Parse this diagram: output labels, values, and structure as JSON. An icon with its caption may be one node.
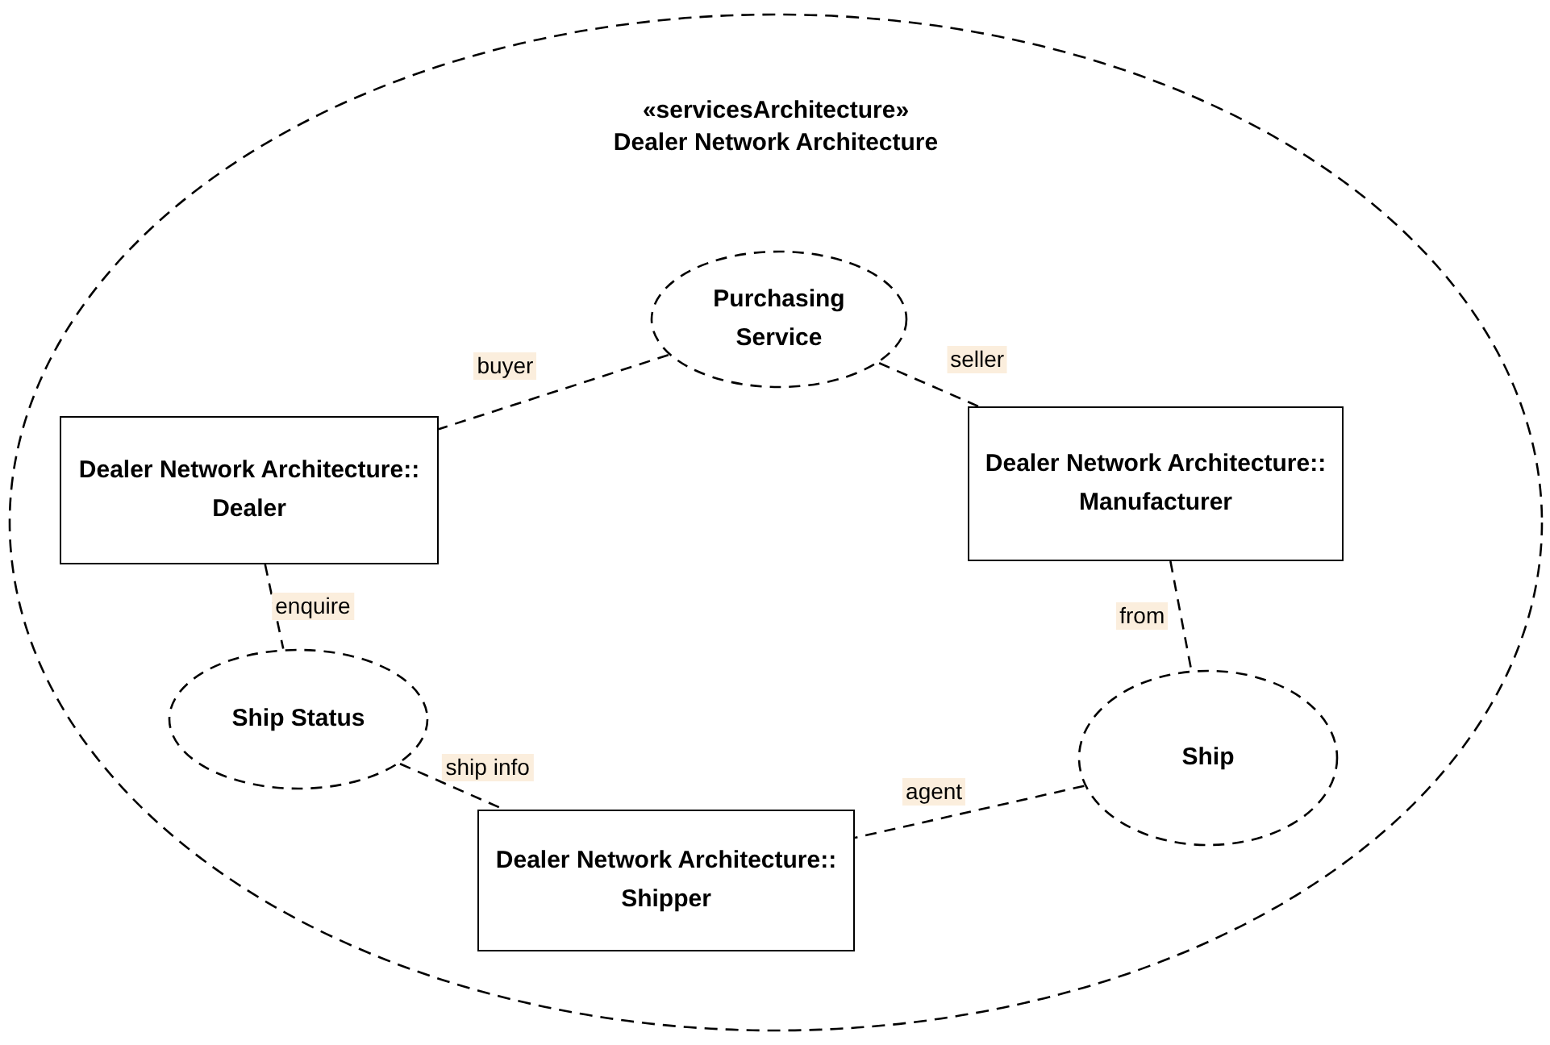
{
  "diagram": {
    "nodes": [
      {
        "text": [
          "«servicesArchitecture»",
          "Dealer Network Architecture"
        ]
      },
      {
        "text": [
          "Purchasing Service"
        ],
        "in": 0
      },
      {
        "text": [
          "Dealer Network Architecture:: Dealer"
        ],
        "in": 0
      },
      {
        "text": [
          "Dealer Network Architecture:: Manufacturer"
        ],
        "in": 0
      },
      {
        "text": [
          "Ship Status"
        ],
        "in": 0
      },
      {
        "text": [
          "Ship"
        ],
        "in": 0
      },
      {
        "text": [
          "Dealer Network Architecture:: Shipper"
        ],
        "in": 0
      }
    ],
    "edges": [
      {
        "from": 1,
        "to": 2,
        "arrow": "none",
        "label": "buyer"
      },
      {
        "from": 1,
        "to": 3,
        "arrow": "none",
        "label": "seller"
      },
      {
        "from": 2,
        "to": 4,
        "arrow": "none",
        "label": "enquire"
      },
      {
        "from": 3,
        "to": 5,
        "arrow": "none",
        "label": "from"
      },
      {
        "from": 4,
        "to": 6,
        "arrow": "none",
        "label": "ship info"
      },
      {
        "from": 5,
        "to": 6,
        "arrow": "none",
        "label": "agent"
      }
    ]
  }
}
